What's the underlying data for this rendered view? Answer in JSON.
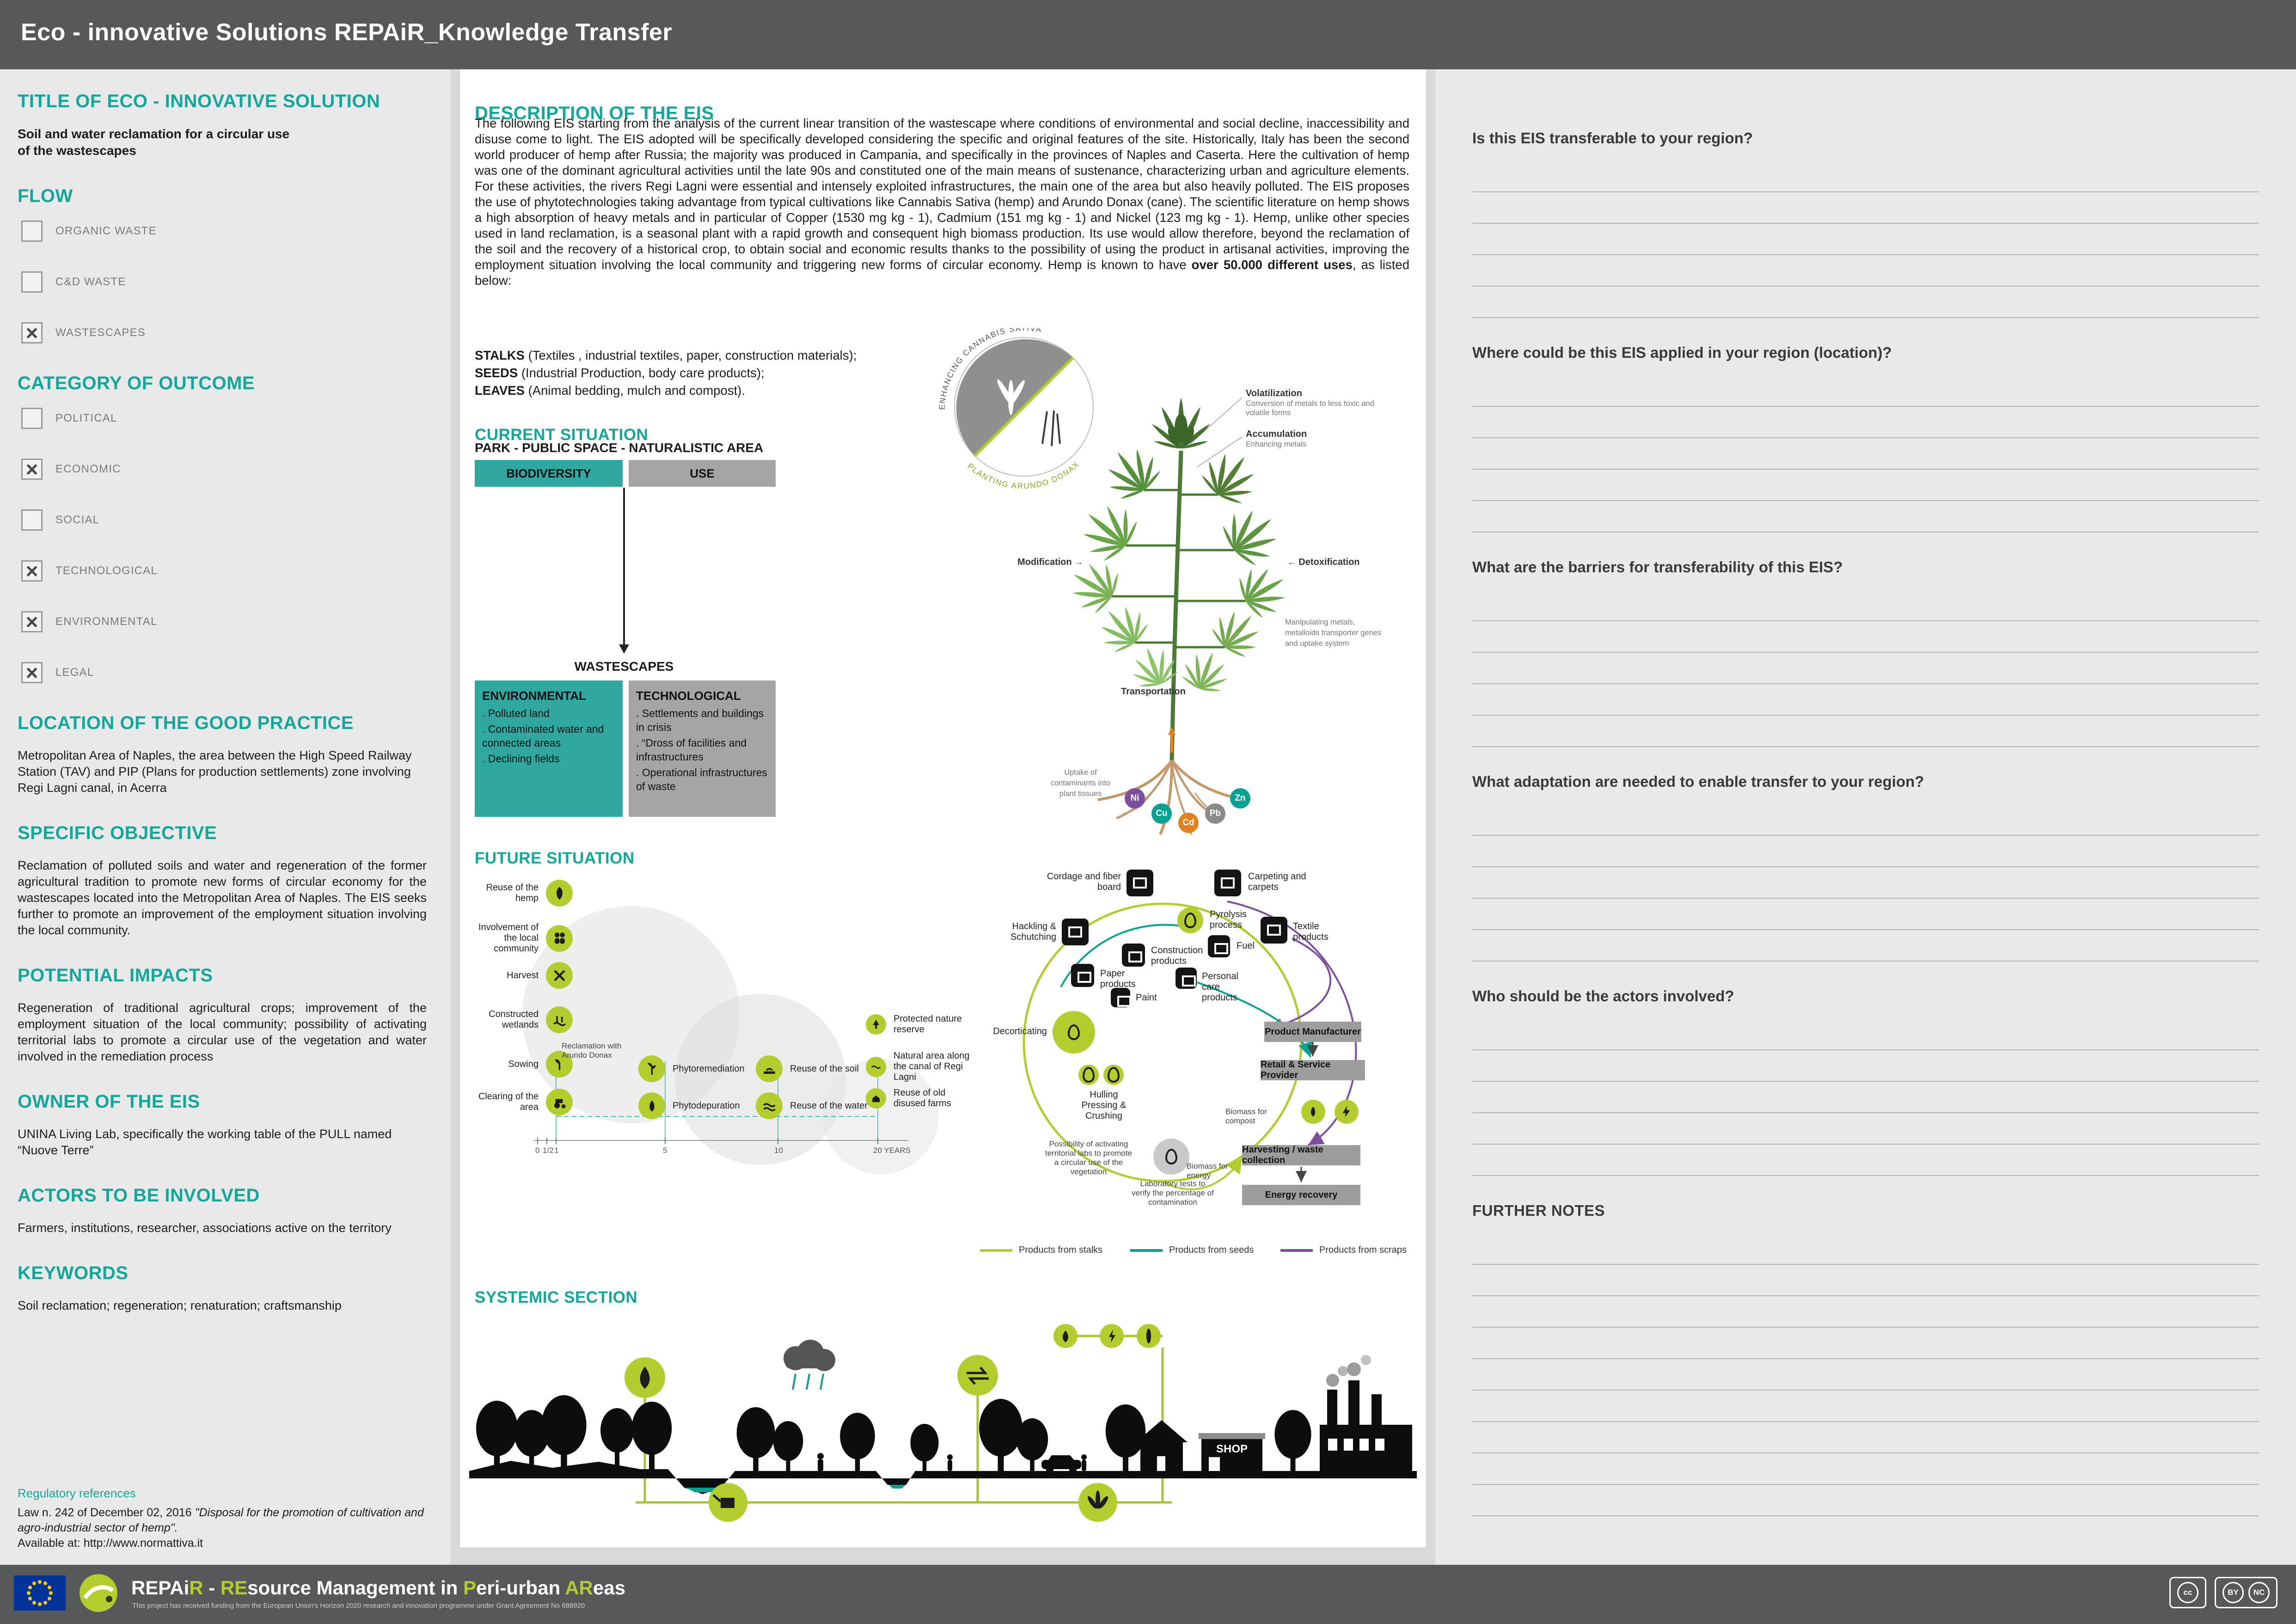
{
  "header": {
    "title": "Eco - innovative Solutions REPAiR_Knowledge Transfer"
  },
  "colors": {
    "teal": "#12a79b",
    "lime": "#b5cc2e",
    "purple": "#7d4e9e",
    "header_gray": "#57585a"
  },
  "left": {
    "solution": {
      "heading": "TITLE OF ECO - INNOVATIVE SOLUTION",
      "text": "Soil and water reclamation for a circular use of the wastescapes"
    },
    "flow": {
      "heading": "FLOW",
      "items": [
        {
          "label": "ORGANIC WASTE",
          "mark": ""
        },
        {
          "label": "C&D WASTE",
          "mark": ""
        },
        {
          "label": "WASTESCAPES",
          "mark": "×"
        }
      ]
    },
    "category": {
      "heading": "CATEGORY OF OUTCOME",
      "items": [
        {
          "label": "POLITICAL",
          "mark": ""
        },
        {
          "label": "ECONOMIC",
          "mark": "×"
        },
        {
          "label": "SOCIAL",
          "mark": ""
        },
        {
          "label": "TECHNOLOGICAL",
          "mark": "×"
        },
        {
          "label": "ENVIRONMENTAL",
          "mark": "×"
        },
        {
          "label": "LEGAL",
          "mark": "×"
        }
      ]
    },
    "location": {
      "heading": "LOCATION OF THE GOOD PRACTICE",
      "text": "Metropolitan Area of Naples,  the area between the High Speed Railway Station (TAV) and PIP (Plans for production settlements) zone involving Regi Lagni canal, in Acerra"
    },
    "objective": {
      "heading": "SPECIFIC OBJECTIVE",
      "text": "Reclamation of polluted soils and water and regeneration of the former agricultural tradition to promote new forms of circular economy for the wastescapes located into the Metropolitan Area of Naples. The EIS seeks further to promote an improvement of the employment situation involving the local community."
    },
    "impacts": {
      "heading": "POTENTIAL IMPACTS",
      "text": "Regeneration of traditional agricultural crops; improvement of the employment situation of the local community; possibility of activating territorial labs to promote a circular use of the vegetation and water involved in the remediation process"
    },
    "owner": {
      "heading": "OWNER OF THE EIS",
      "text": "UNINA Living Lab, specifically the working table of the PULL named “Nuove Terre”"
    },
    "actors": {
      "heading": "ACTORS TO BE INVOLVED",
      "text": "Farmers, institutions, researcher, associations active on the territory"
    },
    "keywords": {
      "heading": "KEYWORDS",
      "text": "Soil reclamation; regeneration; renaturation; craftsmanship"
    },
    "regulatory": {
      "heading": "Regulatory references",
      "prefix": "Law n. 242 of December 02, 2016 ",
      "title_italic": "\"Disposal for the promotion of cultivation and agro-industrial sector of hemp\".",
      "availability": "Available at: ",
      "url": "http://www.normattiva.it"
    }
  },
  "description": {
    "heading": "DESCRIPTION OF THE EIS",
    "p_before": "The following EIS starting from the analysis of the current linear transition of the wastescape where conditions of environmental and social decline, inaccessibility and disuse come to light. The EIS adopted will be specifically developed considering the specific and original features of the site. Historically, Italy has been the second world producer of hemp after Russia; the majority was produced in Campania, and specifically in the provinces of Naples and Caserta. Here the cultivation of hemp was one of the dominant agricultural activities until the late 90s and constituted one of the main means of sustenance, characterizing urban and agriculture elements. For these activities, the rivers Regi Lagni were essential and intensely exploited infrastructures, the main one of the area but also heavily polluted. The EIS proposes the use of phytotechnologies taking advantage from typical cultivations like Cannabis Sativa (hemp) and Arundo Donax (cane). The scientific literature on hemp shows a high absorption of heavy metals and in particular of Copper (1530 mg kg - 1), Cadmium (151 mg kg - 1) and Nickel (123 mg kg - 1). Hemp, unlike other species used in land reclamation, is a seasonal plant with a rapid growth and consequent high biomass production. Its use would allow therefore, beyond the reclamation of the soil and the recovery of a historical crop, to obtain social and economic results thanks to the possibility of using the product in artisanal activities, improving the employment situation involving the local community and triggering new forms of circular economy. Hemp is known to have ",
    "p_bold": "over 50.000 different uses",
    "p_after": ", as listed below:",
    "uses": [
      {
        "bold": "STALKS",
        "rest": " (Textiles , industrial textiles, paper, construction materials);"
      },
      {
        "bold": "SEEDS",
        "rest": " (Industrial Production, body care products);"
      },
      {
        "bold": "LEAVES",
        "rest": " (Animal bedding, mulch and compost)."
      }
    ]
  },
  "current": {
    "heading": "CURRENT SITUATION",
    "park_title": "PARK - PUBLIC SPACE - NATURALISTIC AREA",
    "biodiversity": "BIODIVERSITY",
    "use": "USE",
    "wastescapes": "WASTESCAPES",
    "environmental": {
      "title": "ENVIRONMENTAL",
      "items": [
        ". Polluted land",
        ". Contaminated water and connected areas",
        ". Declining fields"
      ]
    },
    "technological": {
      "title": "TECHNOLOGICAL",
      "items": [
        ". Settlements and buildings in crisis",
        ". “Dross of facilities and infrastructures",
        ". Operational infrastructures of waste"
      ]
    }
  },
  "phyto": {
    "circle_top": "ENHANCING CANNABIS SATIVA",
    "circle_bottom": "PLANTING ARUNDO DONAX",
    "volatilization": "Volatilization",
    "volatilization_sub": "Conversion of metals to less toxic and volatile forms",
    "accumulation": "Accumulation",
    "accumulation_sub": "Enhancing metals",
    "modification": "Modification",
    "detoxification": "Detoxification",
    "manipulating": "Manipulating metals, metalloids transporter genes and uptake system",
    "transportation": "Transportation",
    "uptake": "Uptake of contaminants into plant tissues",
    "elements": [
      "Ni",
      "Cu",
      "Cd",
      "Pb",
      "Zn"
    ]
  },
  "future": {
    "heading": "FUTURE SITUATION",
    "timeline": {
      "left_items": [
        "Reuse of the hemp",
        "Involvement of the local community",
        "Harvest",
        "Constructed wetlands",
        "Sowing",
        "Clearing of the area"
      ],
      "mid_items": [
        "Reclamation with Arundo Donax",
        "Phytoremediation",
        "Phytodepuration",
        "Reuse of the soil",
        "Reuse of the water"
      ],
      "right_items": [
        "Protected nature reserve",
        "Natural area along the canal of Regi Lagni",
        "Reuse of old disused farms"
      ],
      "axis": [
        "0",
        "1/2",
        "1",
        "5",
        "10",
        "20 YEARS"
      ]
    },
    "cycle": {
      "labels": [
        "Cordage and fiber board",
        "Carpeting and carpets",
        "Hackling & Schutching",
        "Pyrolysis process",
        "Fuel",
        "Textile products",
        "Construction products",
        "Personal care products",
        "Paper products",
        "Paint",
        "Decorticating",
        "Hulling Pressing & Crushing"
      ],
      "center_1": "Possibility of activating territorial labs to promote a circular use of the vegetation",
      "center_2": "Laboratory tests to verify the percentage of contamination",
      "boxes": [
        "Product Manufacturer",
        "Retail & Service Provider",
        "Harvesting / waste collection",
        "Energy recovery"
      ],
      "biomass": [
        "Biomass for compost",
        "Biomass for energy"
      ],
      "legend": [
        {
          "label": "Products from stalks",
          "color": "#b5cc2e"
        },
        {
          "label": "Products from seeds",
          "color": "#0aa092"
        },
        {
          "label": "Products from scraps",
          "color": "#7d4e9e"
        }
      ]
    }
  },
  "systemic": {
    "heading": "SYSTEMIC SECTION",
    "shop": "SHOP"
  },
  "right": {
    "questions": [
      "Is this EIS transferable to your region?",
      "Where could be this EIS applied in your region (location)?",
      "What are the barriers for transferability of this EIS?",
      "What adaptation are needed to enable transfer to your region?",
      "Who should be the actors involved?"
    ],
    "notes_heading": "FURTHER NOTES"
  },
  "footer": {
    "brand": [
      {
        "t": "REPAi"
      },
      {
        "t": "R"
      },
      {
        "t": " - "
      },
      {
        "t": "RE"
      },
      {
        "t": "source Management in "
      },
      {
        "t": "P"
      },
      {
        "t": "eri-urban "
      },
      {
        "t": "AR"
      },
      {
        "t": "eas"
      }
    ],
    "funding": "This project has received funding from the European Union's Horizon 2020 research and innovation programme under Grant Agreement No 688920",
    "cc": {
      "cc": "cc",
      "by": "BY",
      "nc": "NC"
    }
  }
}
